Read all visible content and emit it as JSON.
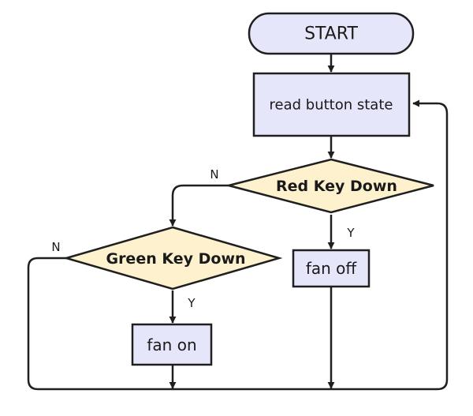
{
  "nodes": {
    "start": "START",
    "read": "read button state",
    "red_decision": "Red Key Down",
    "green_decision": "Green Key Down",
    "fan_off": "fan off",
    "fan_on": "fan on"
  },
  "edge_labels": {
    "red_no": "N",
    "red_yes": "Y",
    "green_no": "N",
    "green_yes": "Y"
  },
  "colors": {
    "terminal_fill": "#e6e6fa",
    "process_fill": "#e6e6fa",
    "decision_fill": "#fdf1ce",
    "stroke": "#1f1f1f"
  }
}
